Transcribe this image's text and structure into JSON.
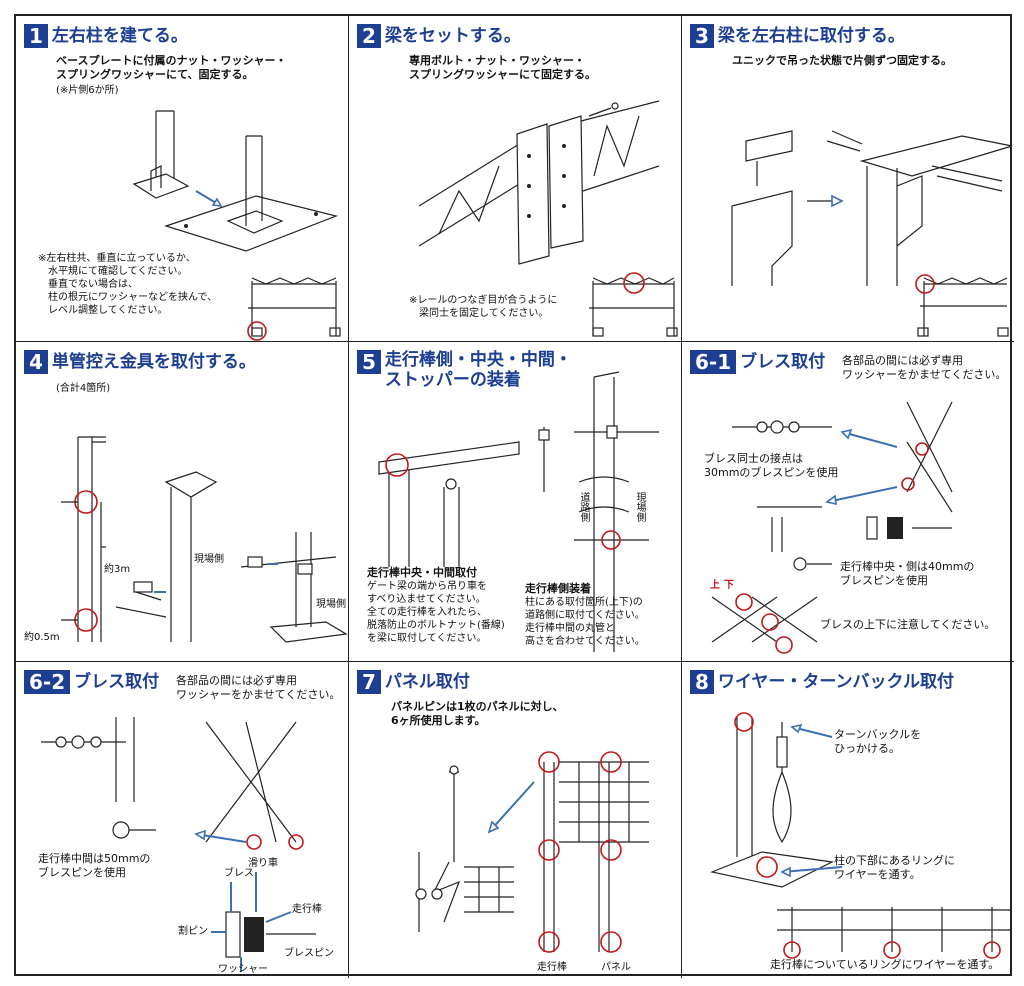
{
  "colors": {
    "accent": "#1c3f94",
    "marker": "#c21818",
    "arrow": "#3b6fb6"
  },
  "cells": [
    {
      "badge": "1",
      "title": "左右柱を建てる。",
      "desc": "ベースプレートに付属のナット・ワッシャー・\nスプリングワッシャーにて、固定する。",
      "note": "(※片側6か所)",
      "note2": "※左右柱共、垂直に立っているか、\n　水平規にて確認してください。\n　垂直でない場合は、\n　柱の根元にワッシャーなどを挟んで、\n　レベル調整してください。"
    },
    {
      "badge": "2",
      "title": "梁をセットする。",
      "desc": "専用ボルト・ナット・ワッシャー・\nスプリングワッシャーにて固定する。",
      "note2": "※レールのつなぎ目が合うように\n　梁同士を固定してください。"
    },
    {
      "badge": "3",
      "title": "梁を左右柱に取付する。",
      "desc": "ユニックで吊った状態で片側ずつ固定する。"
    },
    {
      "badge": "4",
      "title": "単管控え金具を取付する。",
      "note": "(合計4箇所)",
      "labels": {
        "genba1": "現場側",
        "genba2": "現場側",
        "h3m": "約3m",
        "h05m": "約0.5m"
      }
    },
    {
      "badge": "5",
      "title": "走行棒側・中央・中間・\nストッパーの装着",
      "sub1": "走行棒中央・中間取付",
      "desc1": "ゲート梁の端から吊り車を\nすべり込ませてください。\n全ての走行棒を入れたら、\n脱落防止のボルトナット(番線)\nを梁に取付してください。",
      "sub2": "走行棒側装着",
      "desc2": "柱にある取付箇所(上下)の\n道路側に取付てください。\n走行棒中間の丸管と\n高さを合わせてください。",
      "labels": {
        "road": "道路側",
        "field": "現場側"
      }
    },
    {
      "badge": "6-1",
      "title": "ブレス取付",
      "desc": "各部品の間には必ず専用\nワッシャーをかませてください。",
      "note1": "ブレス同士の接点は\n30mmのブレスピンを使用",
      "note2": "走行棒中央・側は40mmの\nブレスピンを使用",
      "note3": "ブレスの上下に注意してください。",
      "labels": {
        "up": "上",
        "down": "下"
      }
    },
    {
      "badge": "6-2",
      "title": "ブレス取付",
      "desc": "各部品の間には必ず専用\nワッシャーをかませてください。",
      "note1": "走行棒中間は50mmの\nブレスピンを使用",
      "labels": {
        "pulley": "滑り車",
        "brace": "ブレス",
        "rod": "走行棒",
        "rpin": "割ピン",
        "bpin": "ブレスピン",
        "washer": "ワッシャー"
      }
    },
    {
      "badge": "7",
      "title": "パネル取付",
      "desc": "パネルピンは1枚のパネルに対し、\n6ヶ所使用します。",
      "labels": {
        "rod": "走行棒",
        "panel": "パネル"
      }
    },
    {
      "badge": "8",
      "title": "ワイヤー・ターンバックル取付",
      "note1": "ターンバックルを\nひっかける。",
      "note2": "柱の下部にあるリングに\nワイヤーを通す。",
      "note3": "走行棒についているリングにワイヤーを通す。"
    }
  ]
}
